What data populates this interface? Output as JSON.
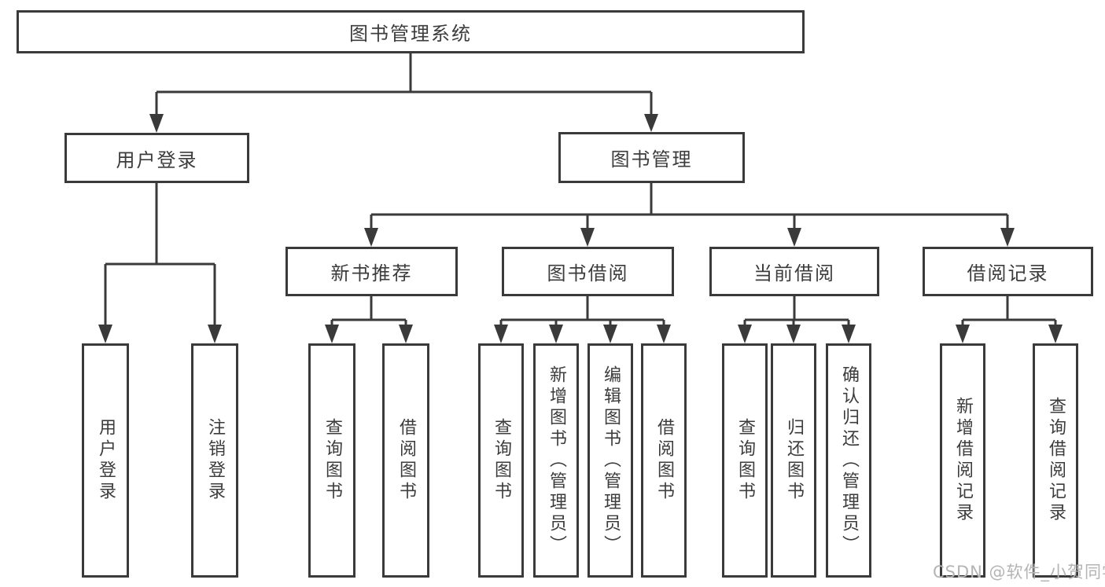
{
  "diagram": {
    "root": {
      "id": "library-management-system",
      "label": "图书管理系统"
    },
    "level2": [
      {
        "id": "user-login",
        "label": "用户登录"
      },
      {
        "id": "book-management",
        "label": "图书管理"
      }
    ],
    "level3": [
      {
        "id": "new-book-recommend",
        "label": "新书推荐",
        "parent": "book-management"
      },
      {
        "id": "book-borrowing",
        "label": "图书借阅",
        "parent": "book-management"
      },
      {
        "id": "current-borrowing",
        "label": "当前借阅",
        "parent": "book-management"
      },
      {
        "id": "borrowing-records",
        "label": "借阅记录",
        "parent": "book-management"
      }
    ],
    "leaves": [
      {
        "id": "leaf-user-login",
        "label": "用户登录",
        "parent": "user-login"
      },
      {
        "id": "leaf-logout",
        "label": "注销登录",
        "parent": "user-login"
      },
      {
        "id": "leaf-recommend-search-book",
        "label": "查询图书",
        "parent": "new-book-recommend"
      },
      {
        "id": "leaf-recommend-borrow-book",
        "label": "借阅图书",
        "parent": "new-book-recommend"
      },
      {
        "id": "leaf-borrow-search-book",
        "label": "查询图书",
        "parent": "book-borrowing"
      },
      {
        "id": "leaf-borrow-add-book-admin",
        "label": "新增图书（管理员）",
        "parent": "book-borrowing"
      },
      {
        "id": "leaf-borrow-edit-book-admin",
        "label": "编辑图书（管理员）",
        "parent": "book-borrowing"
      },
      {
        "id": "leaf-borrow-borrow-book",
        "label": "借阅图书",
        "parent": "book-borrowing"
      },
      {
        "id": "leaf-current-search-book",
        "label": "查询图书",
        "parent": "current-borrowing"
      },
      {
        "id": "leaf-current-return-book",
        "label": "归还图书",
        "parent": "current-borrowing"
      },
      {
        "id": "leaf-current-confirm-return-admin",
        "label": "确认归还（管理员）",
        "parent": "current-borrowing"
      },
      {
        "id": "leaf-records-add-record",
        "label": "新增借阅记录",
        "parent": "borrowing-records"
      },
      {
        "id": "leaf-records-search-record",
        "label": "查询借阅记录",
        "parent": "borrowing-records"
      }
    ]
  },
  "watermark": {
    "text": "CSDN @软件_小贺同学"
  },
  "colors": {
    "line": "#3a3a3a",
    "text": "#3c3c3c",
    "background": "#ffffff",
    "watermark": "#b4b4b4"
  }
}
